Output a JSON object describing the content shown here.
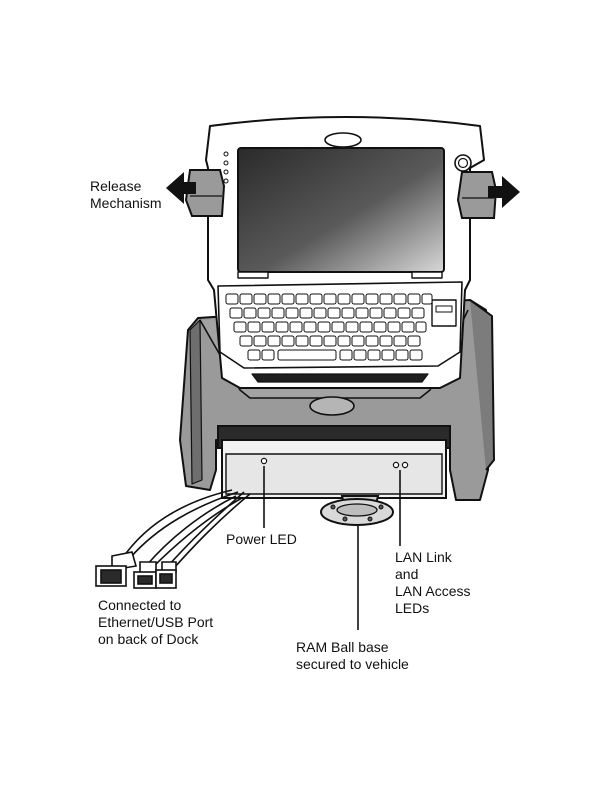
{
  "callouts": {
    "release": "Release\nMechanism",
    "power_led": "Power LED",
    "lan_leds": "LAN Link\nand\nLAN Access\nLEDs",
    "connected": "Connected to\nEthernet/USB Port\non back of Dock",
    "ram_ball": "RAM Ball base\nsecured to vehicle"
  },
  "colors": {
    "outline": "#111111",
    "dock_gray": "#9a9a9a",
    "device_white": "#ffffff"
  }
}
